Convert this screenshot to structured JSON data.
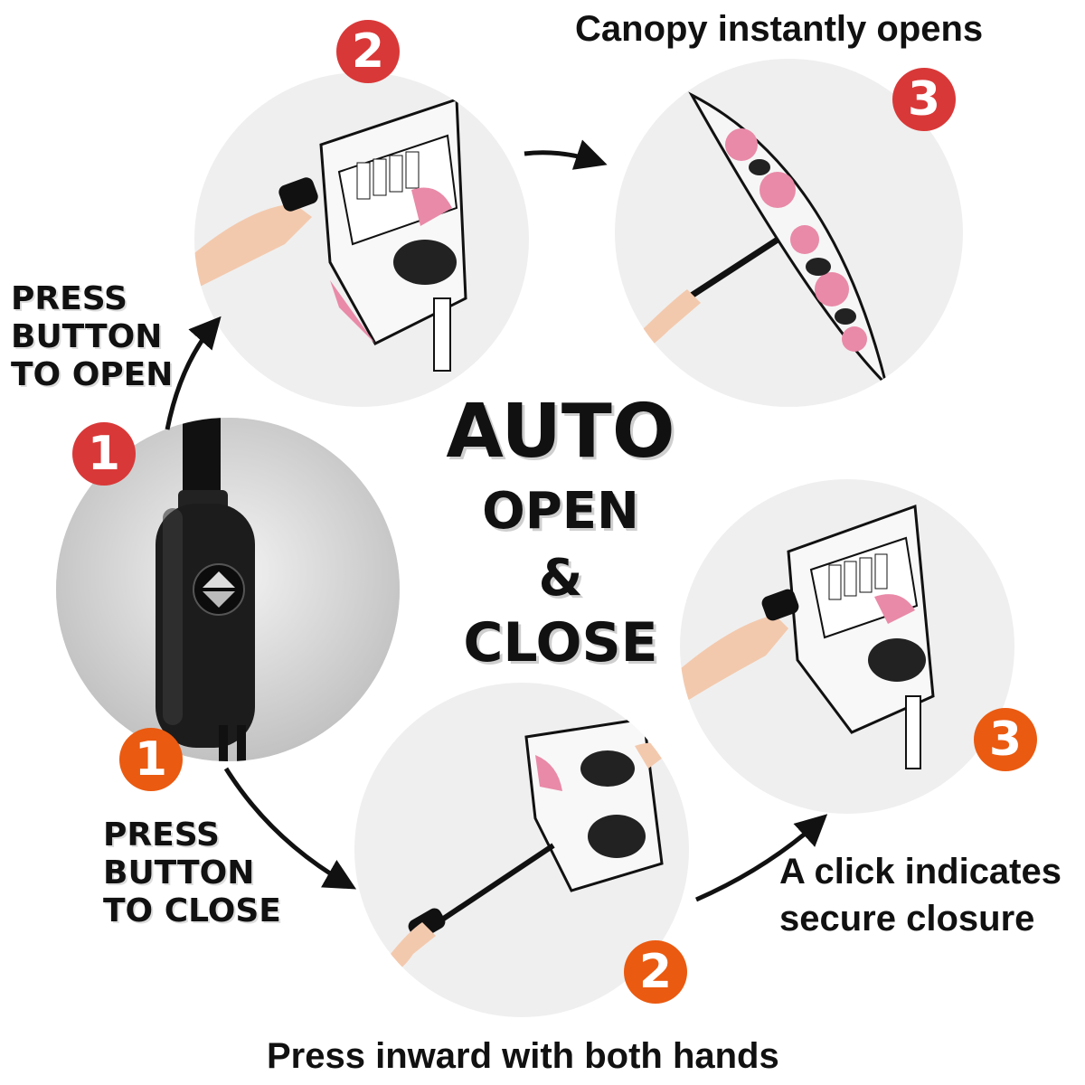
{
  "center": {
    "title": "AUTO",
    "line2": "OPEN",
    "line3": "&",
    "line4": "CLOSE"
  },
  "open_sequence": {
    "instruction": "PRESS\nBUTTON\nTO OPEN",
    "step1_badge": "1",
    "step2_badge": "2",
    "step3_badge": "3",
    "step3_caption": "Canopy instantly opens"
  },
  "close_sequence": {
    "instruction": "PRESS\nBUTTON\nTO CLOSE",
    "step1_badge": "1",
    "step2_badge": "2",
    "step3_badge": "3",
    "step2_caption": "Press inward with both hands",
    "step3_caption": "A click indicates\nsecure closure"
  },
  "colors": {
    "open_badge": "#d93838",
    "close_badge": "#ea5a10",
    "canopy_pink": "#e98aa8",
    "handle_black": "#1a1a1a"
  }
}
